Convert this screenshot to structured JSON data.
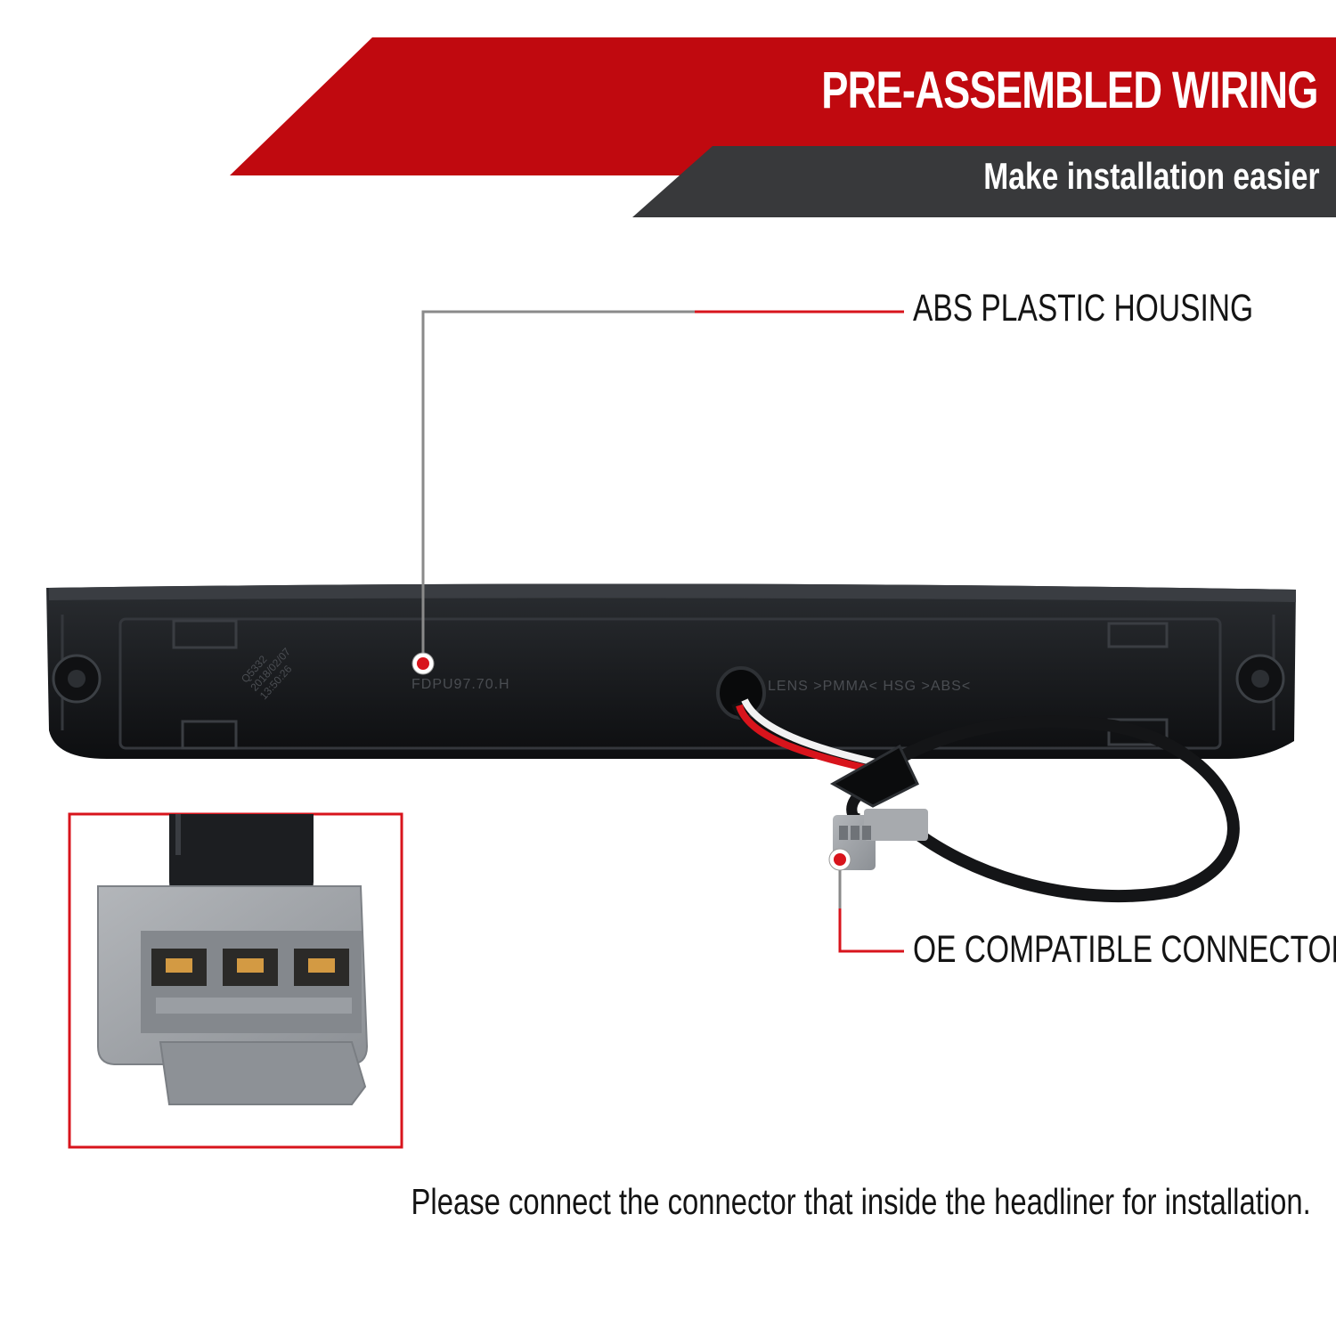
{
  "banner": {
    "title": "PRE-ASSEMBLED WIRING",
    "subtitle": "Make installation easier"
  },
  "callouts": {
    "housing": "ABS PLASTIC HOUSING",
    "connector": "OE COMPATIBLE CONNECTOR"
  },
  "product_markings": {
    "part_code": "FDPU97.70.H",
    "material": "LENS >PMMA<  HSG >ABS<",
    "stamp_lines": [
      "Q5332",
      "2018/02/07",
      "13:50:26"
    ]
  },
  "note": "Please connect the connector that inside the headliner for installation.",
  "colors": {
    "banner_red": "#c0090f",
    "banner_dark": "#38393b",
    "callout_red": "#d8141c",
    "leader_gray": "#8a8a8a",
    "housing": "#1b1d20",
    "connector_gray": "#9a9ea3"
  }
}
